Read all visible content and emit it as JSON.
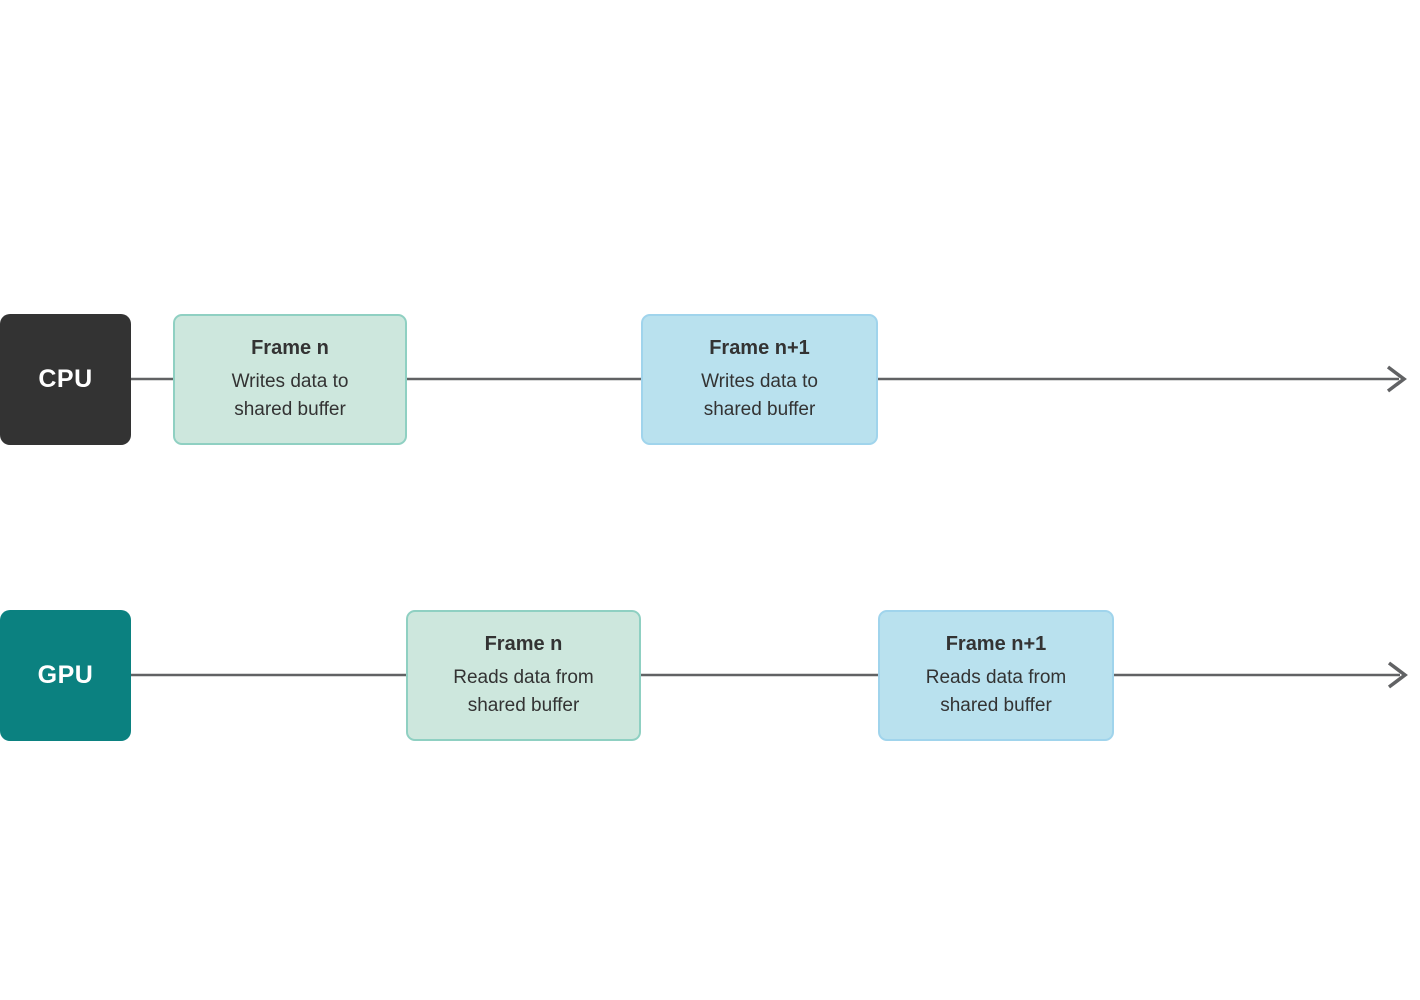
{
  "diagram": {
    "description": "CPU and GPU timelines sharing a buffer across frames",
    "colors": {
      "background": "#ffffff",
      "timeline_stroke": "#616264",
      "cpu_lane_fill": "#333333",
      "gpu_lane_fill": "#0b8180",
      "lane_label_color": "#ffffff",
      "frame_green_fill": "#cde7dd",
      "frame_green_border": "#8fd0c2",
      "frame_blue_fill": "#b9e1ee",
      "frame_blue_border": "#a0d4ec",
      "frame_text_color": "#333333"
    },
    "lanes": [
      {
        "id": "cpu",
        "label": "CPU",
        "frames": [
          {
            "title": "Frame n",
            "line1": "Writes data to",
            "line2": "shared buffer",
            "style": "green"
          },
          {
            "title": "Frame n+1",
            "line1": "Writes data to",
            "line2": "shared buffer",
            "style": "blue"
          }
        ]
      },
      {
        "id": "gpu",
        "label": "GPU",
        "frames": [
          {
            "title": "Frame n",
            "line1": "Reads data from",
            "line2": "shared buffer",
            "style": "green"
          },
          {
            "title": "Frame n+1",
            "line1": "Reads data from",
            "line2": "shared buffer",
            "style": "blue"
          }
        ]
      }
    ]
  }
}
